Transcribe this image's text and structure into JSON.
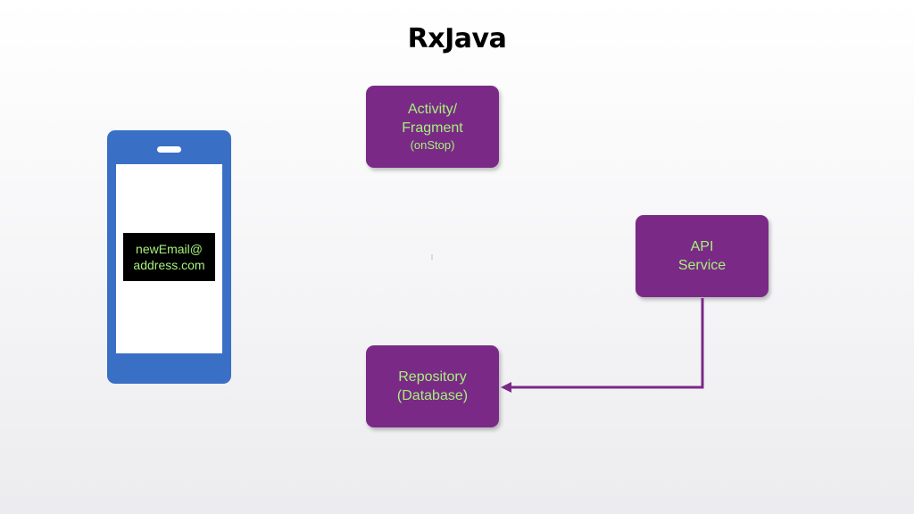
{
  "title": "RxJava",
  "phone": {
    "screen_text_line1": "newEmail@",
    "screen_text_line2": "address.com"
  },
  "nodes": {
    "activity": {
      "line1": "Activity/",
      "line2": "Fragment",
      "line3": "(onStop)"
    },
    "api": {
      "line1": "API",
      "line2": "Service"
    },
    "repository": {
      "line1": "Repository",
      "line2": "(Database)"
    }
  },
  "colors": {
    "node_fill": "#7a2a86",
    "node_text": "#a6f07c",
    "phone_body": "#3a6fc6",
    "arrow": "#7a2a86"
  },
  "edges": [
    {
      "from": "api",
      "to": "repository",
      "style": "elbow-arrow"
    }
  ]
}
